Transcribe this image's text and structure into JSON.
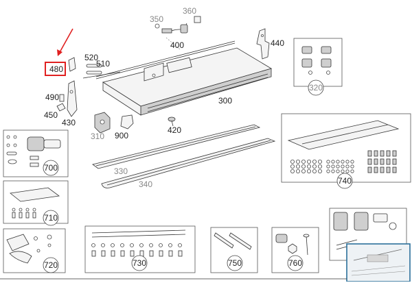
{
  "labels": {
    "l350": "350",
    "l360": "360",
    "l400": "400",
    "l440": "440",
    "l520": "520",
    "l510": "510",
    "l480": "480",
    "l490": "490",
    "l450": "450",
    "l430": "430",
    "l300": "300",
    "l310": "310",
    "l420": "420",
    "l900": "900",
    "l320": "320",
    "l330": "330",
    "l340": "340",
    "l700": "700",
    "l710": "710",
    "l720": "720",
    "l730": "730",
    "l740": "740",
    "l750": "750",
    "l760": "760"
  },
  "highlight": {
    "label": "480",
    "color": "#e02020"
  },
  "colors": {
    "accent": "#e02020",
    "thumbnail_border": "#2a6f9a"
  }
}
